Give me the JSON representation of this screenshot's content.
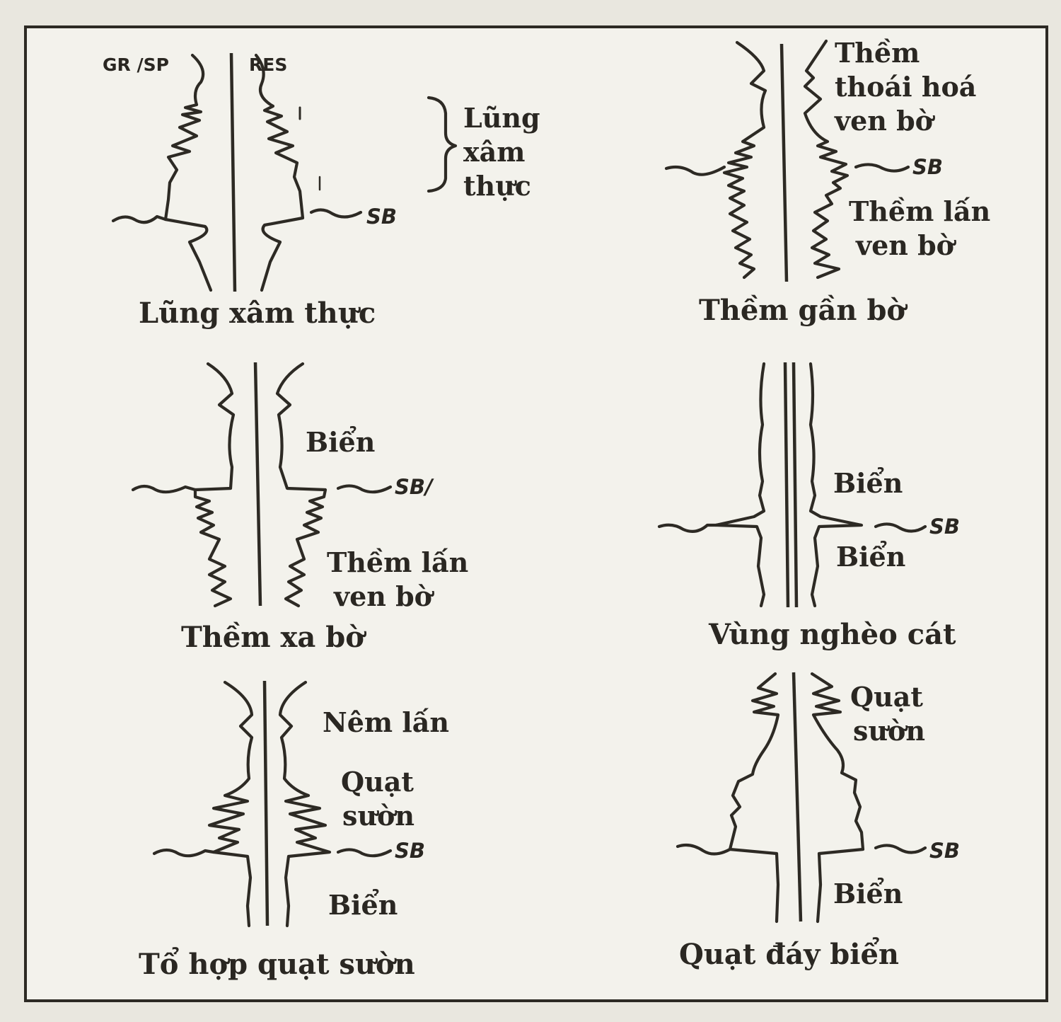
{
  "figure": {
    "log_headers": {
      "left": "GR /SP",
      "right": "RES"
    },
    "panels": [
      {
        "id": "lung-xam-thuc",
        "caption": "Lũng xâm thực",
        "labels": [
          "Lũng",
          "xâm",
          "thực"
        ],
        "sb": "SB"
      },
      {
        "id": "them-gan-bo",
        "caption": "Thềm gần bờ",
        "labels": [
          "Thềm",
          "thoái hoá",
          "ven bờ",
          "Thềm lấn",
          "ven bờ"
        ],
        "sb": "SB"
      },
      {
        "id": "them-xa-bo",
        "caption": "Thềm xa bờ",
        "labels": [
          "Biển",
          "Thềm lấn",
          "ven bờ"
        ],
        "sb": "SB/"
      },
      {
        "id": "vung-ngheo-cat",
        "caption": "Vùng nghèo cát",
        "labels": [
          "Biển",
          "Biển"
        ],
        "sb": "SB"
      },
      {
        "id": "to-hop-quat-suon",
        "caption": "Tổ hợp quạt sườn",
        "labels": [
          "Nêm lấn",
          "Quạt",
          "sườn",
          "Biển"
        ],
        "sb": "SB"
      },
      {
        "id": "quat-day-bien",
        "caption": "Quạt đáy biển",
        "labels": [
          "Quạt",
          "sườn",
          "Biển"
        ],
        "sb": "SB"
      }
    ]
  },
  "colors": {
    "ink": "#2d2a24",
    "paper": "#f3f2ec",
    "background": "#e9e7df"
  }
}
